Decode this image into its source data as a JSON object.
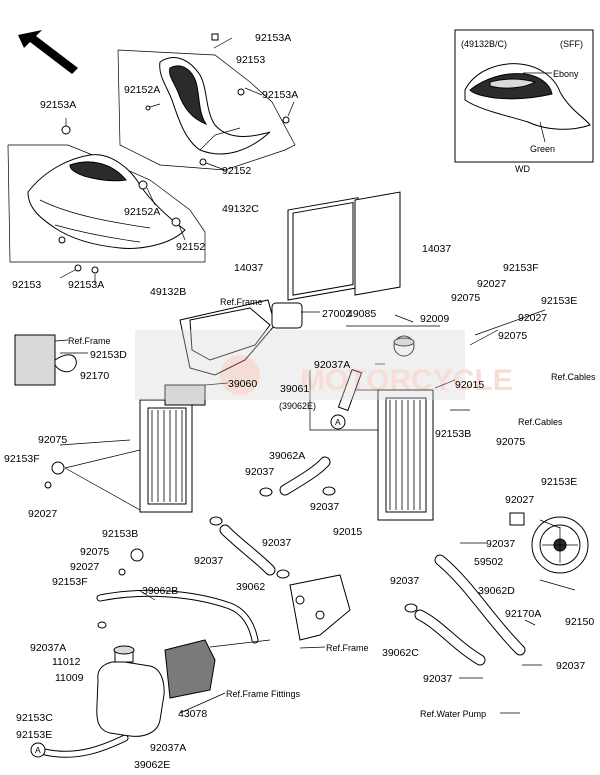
{
  "labels": {
    "p_92153A_top": "92153A",
    "p_92153_top": "92153",
    "p_92152A_top": "92152A",
    "p_92153A_mid": "92153A",
    "p_92152_top": "92152",
    "p_49132C": "49132C",
    "p_92153A_left": "92153A",
    "p_92152A_left": "92152A",
    "p_92152_left": "92152",
    "p_92153_left": "92153",
    "p_92153A_left2": "92153A",
    "p_49132B": "49132B",
    "p_14037_left": "14037",
    "p_14037_right": "14037",
    "p_ref_frame_1": "Ref.Frame",
    "p_27002": "27002",
    "p_ref_frame_2": "Ref.Frame",
    "p_92153D": "92153D",
    "p_92170": "92170",
    "p_39060": "39060",
    "p_49085": "49085",
    "p_92037A_mid": "92037A",
    "p_39061": "39061",
    "p_39062E_paren": "(39062E)",
    "p_callout_A_mid": "A",
    "p_92009": "92009",
    "p_92075_r1": "92075",
    "p_92027_r1": "92027",
    "p_92153F_r": "92153F",
    "p_92153E_r1": "92153E",
    "p_92027_r2": "92027",
    "p_92075_r2": "92075",
    "p_ref_cables_1": "Ref.Cables",
    "p_92015_r": "92015",
    "p_92153B_r": "92153B",
    "p_ref_cables_2": "Ref.Cables",
    "p_92075_r3": "92075",
    "p_92153E_r2": "92153E",
    "p_92027_r3": "92027",
    "p_92075_l1": "92075",
    "p_92153F_l1": "92153F",
    "p_92027_l1": "92027",
    "p_39062A": "39062A",
    "p_92037_mid1": "92037",
    "p_92037_mid2": "92037",
    "p_92015_mid": "92015",
    "p_92153B_l": "92153B",
    "p_92075_l2": "92075",
    "p_92027_l2": "92027",
    "p_92153F_l2": "92153F",
    "p_92037_l3": "92037",
    "p_92037_l4": "92037",
    "p_39062": "39062",
    "p_92037_r4": "92037",
    "p_59502": "59502",
    "p_92037_r5": "92037",
    "p_39062D": "39062D",
    "p_92170A": "92170A",
    "p_92150": "92150",
    "p_39062C": "39062C",
    "p_92037_r6": "92037",
    "p_92037_r7": "92037",
    "p_ref_water_pump": "Ref.Water Pump",
    "p_39062B": "39062B",
    "p_ref_frame_3": "Ref.Frame",
    "p_92037A_bl": "92037A",
    "p_11012": "11012",
    "p_11009": "11009",
    "p_ref_frame_fittings": "Ref.Frame Fittings",
    "p_92153C": "92153C",
    "p_43078": "43078",
    "p_92153E_bl": "92153E",
    "p_92037A_bl2": "92037A",
    "p_callout_A_bl": "A",
    "p_39062E": "39062E"
  },
  "inset": {
    "header_left": "(49132B/C)",
    "header_right": "(SFF)",
    "label_ebony": "Ebony",
    "label_green": "Green",
    "footer": "WD"
  },
  "watermark": "MOTORCYCLE",
  "colors": {
    "line": "#000000",
    "background": "#ffffff",
    "watermark": "#e8a08c"
  }
}
